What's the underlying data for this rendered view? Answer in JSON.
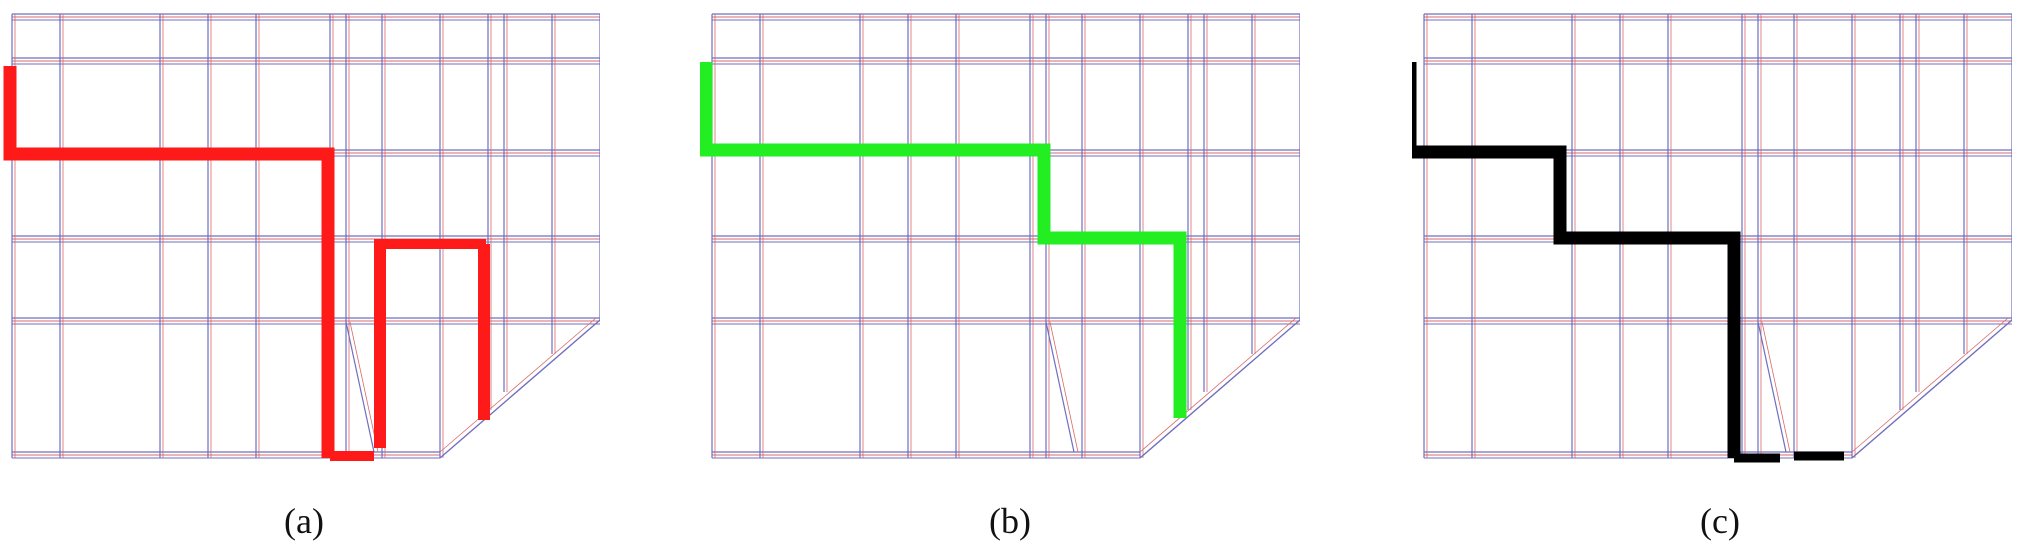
{
  "colors": {
    "beam_line_blue": "#6f6fc0",
    "beam_line_red": "#d86a6a",
    "panel_a_path": "#ff1a1a",
    "panel_b_path": "#22ee22",
    "panel_c_path": "#000000"
  },
  "panels": [
    {
      "id": "a",
      "caption": "(a)"
    },
    {
      "id": "b",
      "caption": "(b)"
    },
    {
      "id": "c",
      "caption": "(c)"
    }
  ]
}
